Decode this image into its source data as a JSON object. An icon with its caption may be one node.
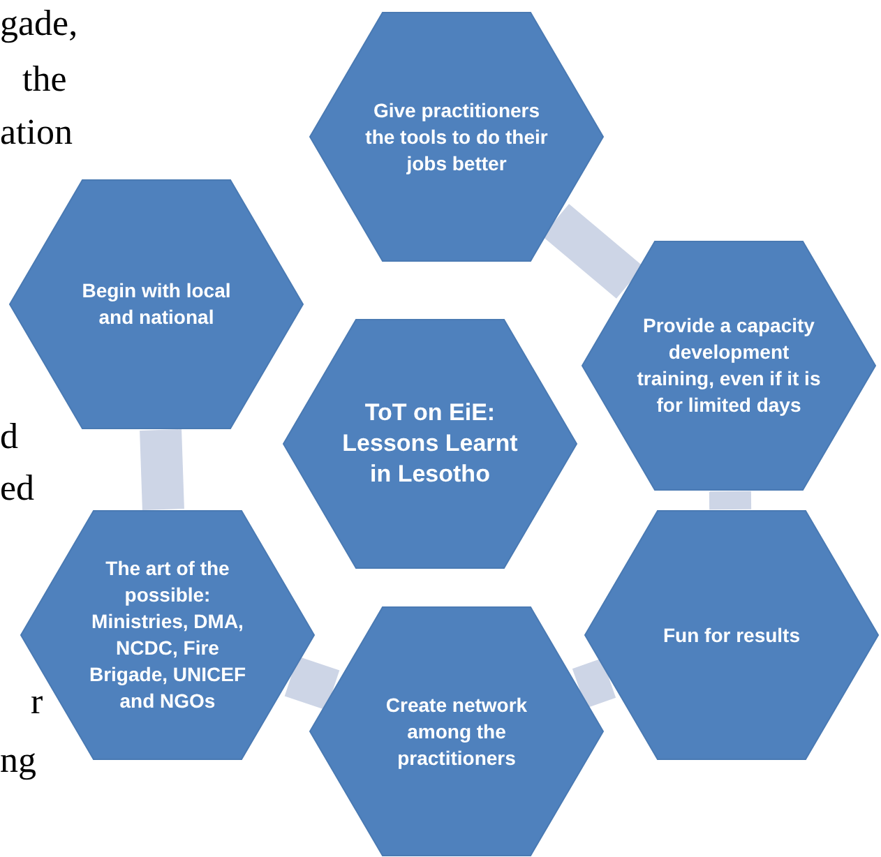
{
  "diagram": {
    "nodes": [
      {
        "text": [
          "Give practitioners the tools to do their jobs better"
        ]
      },
      {
        "text": [
          "Begin with local and national"
        ]
      },
      {
        "text": [
          "Provide a capacity development training, even if it is for limited days"
        ]
      },
      {
        "text": [
          "ToT on EiE: Lessons Learnt in Lesotho"
        ]
      },
      {
        "text": [
          "The art of the possible: Ministries, DMA, NCDC, Fire Brigade, UNICEF and NGOs"
        ]
      },
      {
        "text": [
          "Fun for results"
        ]
      },
      {
        "text": [
          "Create network among the practitioners"
        ]
      }
    ],
    "edges": [
      {
        "from": 0,
        "to": 2,
        "arrow": "none"
      },
      {
        "from": 2,
        "to": 5,
        "arrow": "none"
      },
      {
        "from": 5,
        "to": 6,
        "arrow": "none"
      },
      {
        "from": 6,
        "to": 4,
        "arrow": "none"
      },
      {
        "from": 4,
        "to": 1,
        "arrow": "none"
      }
    ],
    "labels": [
      "gade,",
      "the",
      "ation",
      "d",
      "ed",
      "r",
      "ng"
    ]
  }
}
